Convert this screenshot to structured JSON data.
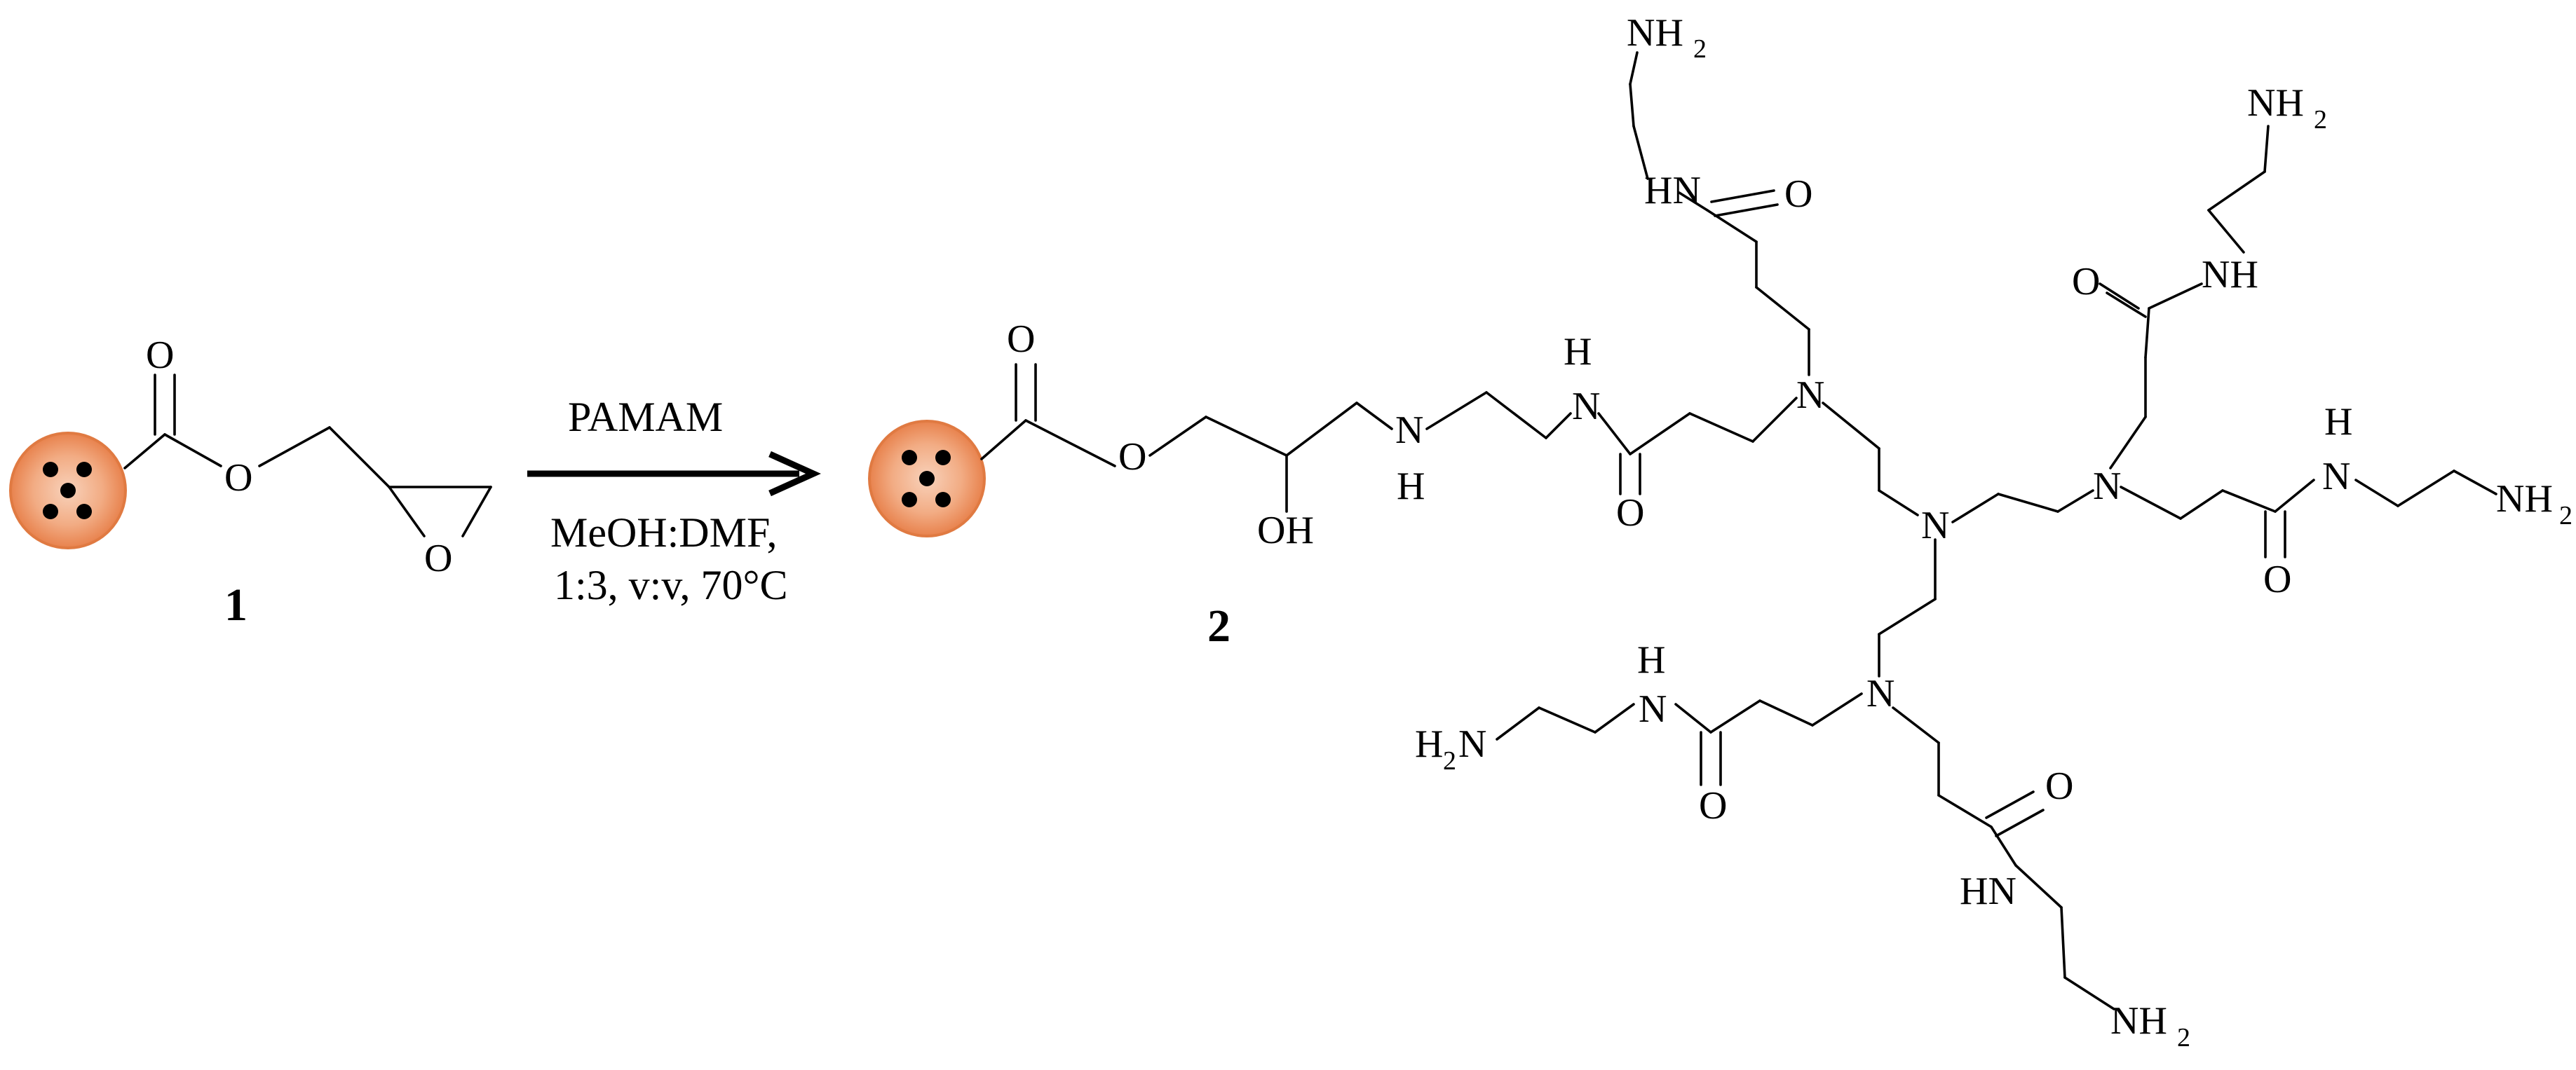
{
  "reaction": {
    "reagent": "PAMAM",
    "solvent": "MeOH:DMF,",
    "conditions": "1:3, v:v,  70°C",
    "compound_1_label": "1",
    "compound_2_label": "2"
  },
  "atoms": {
    "O": "O",
    "OH": "OH",
    "N": "N",
    "H": "H",
    "HN": "HN",
    "NH": "NH",
    "NH2": "NH",
    "H2N": "H",
    "H2N_tail": "N",
    "sub2": "2"
  },
  "colors": {
    "particle_core": "#f3b795",
    "particle_rim": "#e8824d",
    "dots": "#000000",
    "ink": "#000000"
  }
}
